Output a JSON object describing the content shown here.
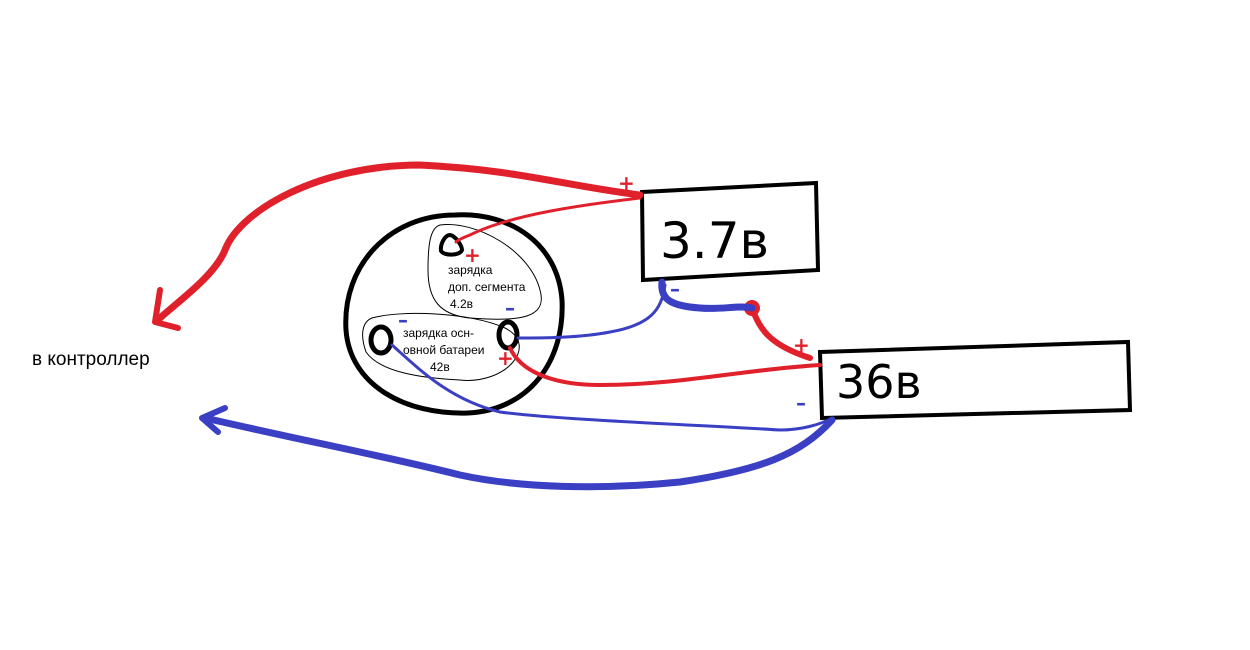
{
  "destination_label": "в контроллер",
  "battery_small": {
    "label": "3.7в"
  },
  "battery_large": {
    "label": "36в"
  },
  "port_small": {
    "lines": [
      "зарядка",
      "доп. сегмента",
      "4.2в"
    ]
  },
  "port_main": {
    "lines": [
      "зарядка осн-",
      "овной батареи",
      "42в"
    ]
  },
  "signs": {
    "plus": "+",
    "minus": "–"
  },
  "colors": {
    "positive": "#e0202a",
    "negative": "#3a3fc4",
    "outline": "#000000"
  }
}
